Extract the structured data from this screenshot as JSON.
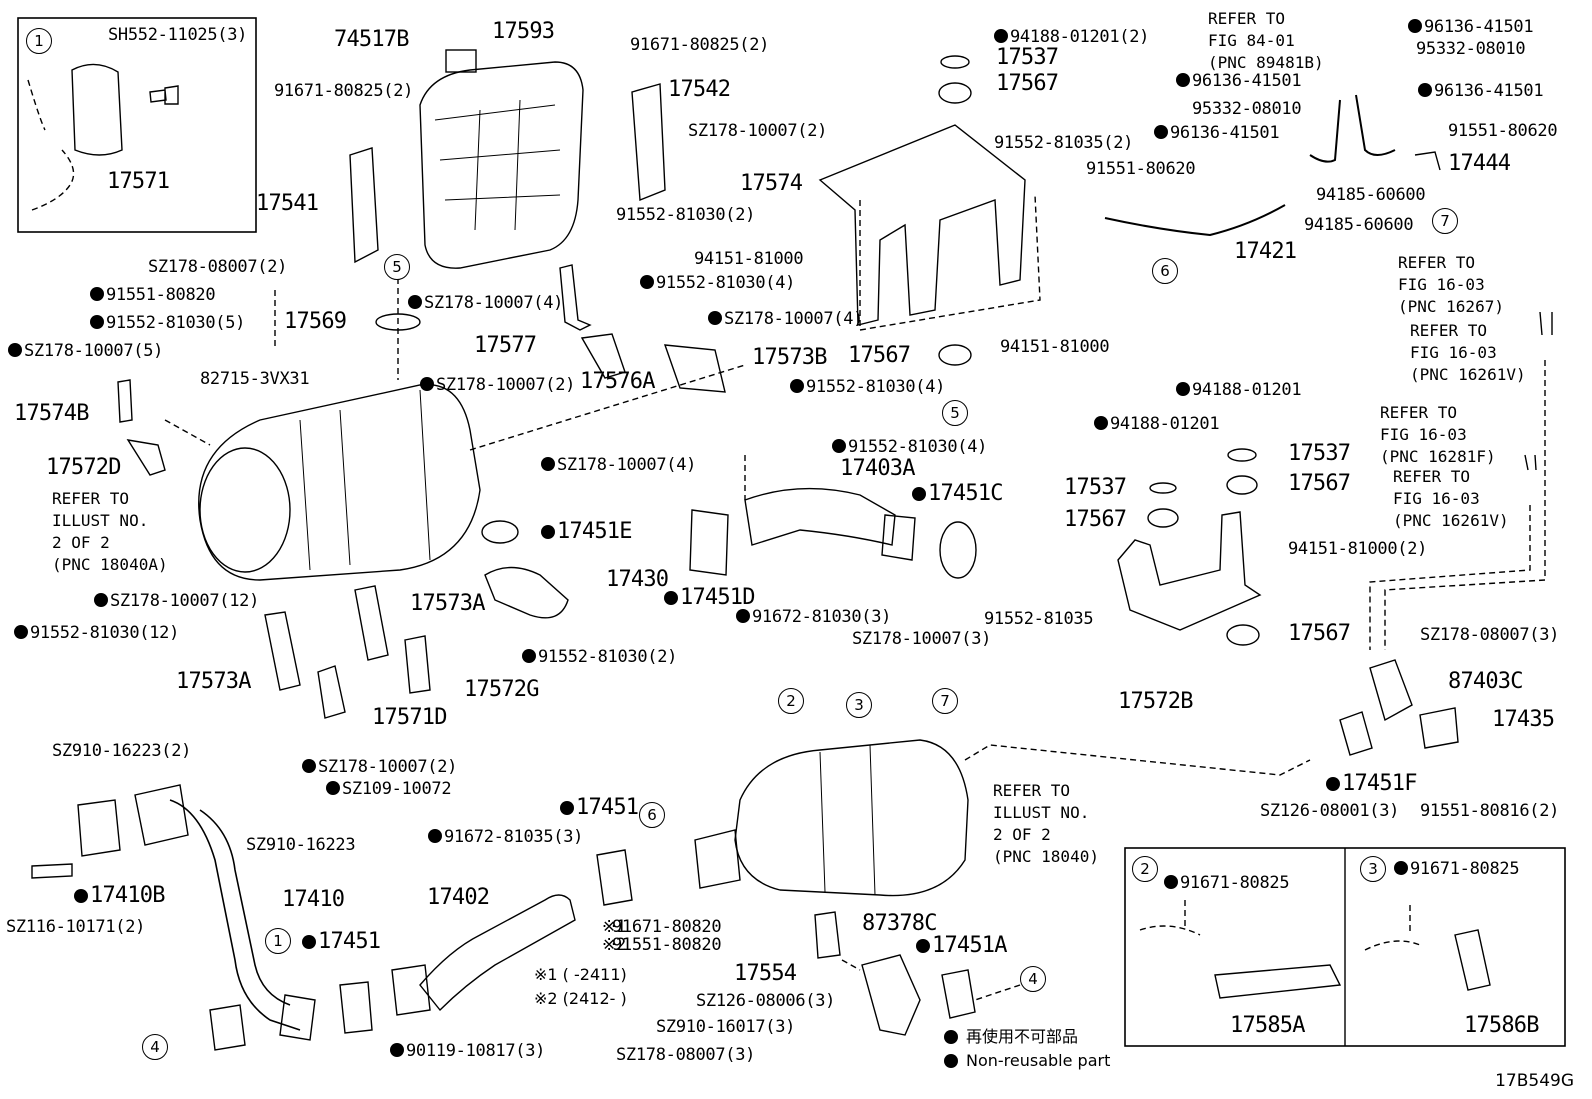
{
  "diagram_code": "17B549G",
  "legend": {
    "jp": "再使用不可部品",
    "en": "Non-reusable part"
  },
  "notes": {
    "n1": "※1 (      -2411)",
    "n2": "※2 (2412-      )"
  },
  "refs": {
    "illust_a": "REFER TO\nILLUST NO.\n2 OF 2\n(PNC 18040A)",
    "illust_b": "REFER TO\nILLUST NO.\n2 OF 2\n(PNC 18040)",
    "fig84": "REFER TO\nFIG 84-01\n(PNC 89481B)",
    "fig16a": "REFER TO\nFIG 16-03\n(PNC 16267)",
    "fig16b": "REFER TO\nFIG 16-03\n(PNC 16261V)",
    "fig16c": "REFER TO\nFIG 16-03\n(PNC 16281F)",
    "fig16d": "REFER TO\nFIG 16-03\n(PNC 16261V)"
  },
  "callouts": [
    "1",
    "2",
    "3",
    "4",
    "5",
    "6",
    "7"
  ],
  "parts": [
    {
      "t": "SH552-11025(3)",
      "dot": false
    },
    {
      "t": "17571",
      "dot": false
    },
    {
      "t": "74517B",
      "dot": false
    },
    {
      "t": "17593",
      "dot": false
    },
    {
      "t": "91671-80825(2)",
      "dot": false
    },
    {
      "t": "17542",
      "dot": false
    },
    {
      "t": "91671-80825(2)",
      "dot": false
    },
    {
      "t": "SZ178-10007(2)",
      "dot": false
    },
    {
      "t": "17541",
      "dot": false
    },
    {
      "t": "91552-81030(2)",
      "dot": false
    },
    {
      "t": "SZ178-08007(2)",
      "dot": false
    },
    {
      "t": "91551-80820",
      "dot": true
    },
    {
      "t": "91552-81030(5)",
      "dot": true
    },
    {
      "t": "SZ178-10007(5)",
      "dot": true
    },
    {
      "t": "17569",
      "dot": false
    },
    {
      "t": "SZ178-10007(4)",
      "dot": true
    },
    {
      "t": "91552-81030(4)",
      "dot": true
    },
    {
      "t": "17577",
      "dot": false
    },
    {
      "t": "SZ178-10007(4)",
      "dot": true
    },
    {
      "t": "17573B",
      "dot": false
    },
    {
      "t": "17576A",
      "dot": false
    },
    {
      "t": "82715-3VX31",
      "dot": false
    },
    {
      "t": "17574B",
      "dot": false
    },
    {
      "t": "SZ178-10007(2)",
      "dot": true
    },
    {
      "t": "91552-81030(4)",
      "dot": true
    },
    {
      "t": "17572D",
      "dot": false
    },
    {
      "t": "SZ178-10007(4)",
      "dot": true
    },
    {
      "t": "91552-81030(4)",
      "dot": true
    },
    {
      "t": "17403A",
      "dot": false
    },
    {
      "t": "17451C",
      "dot": true
    },
    {
      "t": "17451E",
      "dot": true
    },
    {
      "t": "17430",
      "dot": false
    },
    {
      "t": "17451D",
      "dot": true
    },
    {
      "t": "91672-81030(3)",
      "dot": true
    },
    {
      "t": "SZ178-10007(3)",
      "dot": false
    },
    {
      "t": "SZ178-10007(12)",
      "dot": true
    },
    {
      "t": "17573A",
      "dot": false
    },
    {
      "t": "91552-81030(12)",
      "dot": true
    },
    {
      "t": "91552-81030(2)",
      "dot": true
    },
    {
      "t": "17573A",
      "dot": false
    },
    {
      "t": "17572G",
      "dot": false
    },
    {
      "t": "17571D",
      "dot": false
    },
    {
      "t": "94188-01201(2)",
      "dot": true
    },
    {
      "t": "17537",
      "dot": false
    },
    {
      "t": "17567",
      "dot": false
    },
    {
      "t": "17574",
      "dot": false
    },
    {
      "t": "91552-81035(2)",
      "dot": false
    },
    {
      "t": "94151-81000",
      "dot": false
    },
    {
      "t": "94151-81000",
      "dot": false
    },
    {
      "t": "17567",
      "dot": false
    },
    {
      "t": "96136-41501",
      "dot": true
    },
    {
      "t": "95332-08010",
      "dot": false
    },
    {
      "t": "96136-41501",
      "dot": true
    },
    {
      "t": "96136-41501",
      "dot": true
    },
    {
      "t": "95332-08010",
      "dot": false
    },
    {
      "t": "96136-41501",
      "dot": true
    },
    {
      "t": "91551-80620",
      "dot": false
    },
    {
      "t": "91551-80620",
      "dot": false
    },
    {
      "t": "17444",
      "dot": false
    },
    {
      "t": "94185-60600",
      "dot": false
    },
    {
      "t": "94185-60600",
      "dot": false
    },
    {
      "t": "17421",
      "dot": false
    },
    {
      "t": "94188-01201",
      "dot": true
    },
    {
      "t": "94188-01201",
      "dot": true
    },
    {
      "t": "17537",
      "dot": false
    },
    {
      "t": "17537",
      "dot": false
    },
    {
      "t": "17567",
      "dot": false
    },
    {
      "t": "17567",
      "dot": false
    },
    {
      "t": "94151-81000(2)",
      "dot": false
    },
    {
      "t": "91552-81035",
      "dot": false
    },
    {
      "t": "17567",
      "dot": false
    },
    {
      "t": "17572B",
      "dot": false
    },
    {
      "t": "SZ178-08007(3)",
      "dot": false
    },
    {
      "t": "87403C",
      "dot": false
    },
    {
      "t": "17435",
      "dot": false
    },
    {
      "t": "17451F",
      "dot": true
    },
    {
      "t": "SZ126-08001(3)",
      "dot": false
    },
    {
      "t": "91551-80816(2)",
      "dot": false
    },
    {
      "t": "SZ910-16223(2)",
      "dot": false
    },
    {
      "t": "SZ178-10007(2)",
      "dot": true
    },
    {
      "t": "SZ109-10072",
      "dot": true
    },
    {
      "t": "SZ910-16223",
      "dot": false
    },
    {
      "t": "17410B",
      "dot": true
    },
    {
      "t": "17410",
      "dot": false
    },
    {
      "t": "SZ116-10171(2)",
      "dot": false
    },
    {
      "t": "17451",
      "dot": true
    },
    {
      "t": "17451",
      "dot": true
    },
    {
      "t": "91672-81035(3)",
      "dot": true
    },
    {
      "t": "17402",
      "dot": false
    },
    {
      "t": "91671-80820",
      "dot": false
    },
    {
      "t": "91551-80820",
      "dot": false
    },
    {
      "t": "87378C",
      "dot": false
    },
    {
      "t": "17451A",
      "dot": true
    },
    {
      "t": "17554",
      "dot": false
    },
    {
      "t": "SZ126-08006(3)",
      "dot": false
    },
    {
      "t": "SZ910-16017(3)",
      "dot": false
    },
    {
      "t": "SZ178-08007(3)",
      "dot": false
    },
    {
      "t": "90119-10817(3)",
      "dot": true
    },
    {
      "t": "91671-80825",
      "dot": true
    },
    {
      "t": "17585A",
      "dot": false
    },
    {
      "t": "91671-80825",
      "dot": true
    },
    {
      "t": "17586B",
      "dot": false
    }
  ],
  "marks": {
    "m1": "※1",
    "m2": "※2"
  }
}
